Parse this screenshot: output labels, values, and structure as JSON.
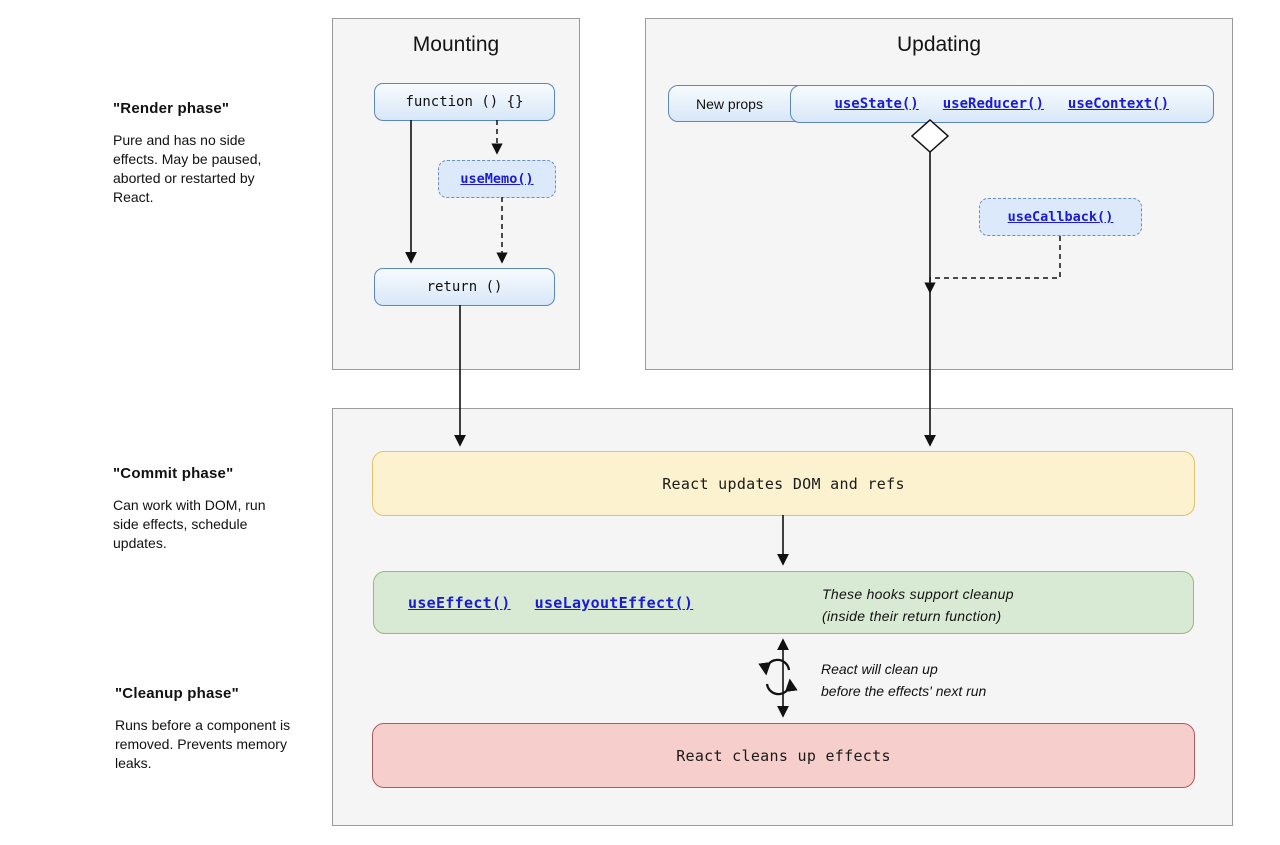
{
  "side_notes": {
    "render": {
      "title": "\"Render phase\"",
      "body": "Pure and has no side effects. May be paused, aborted or restarted by React."
    },
    "commit": {
      "title": "\"Commit phase\"",
      "body": "Can work with DOM, run side effects, schedule updates."
    },
    "cleanup": {
      "title": "\"Cleanup phase\"",
      "body": "Runs before a component is removed. Prevents memory leaks."
    }
  },
  "mounting": {
    "title": "Mounting",
    "function_label": "function () {}",
    "use_memo_label": "useMemo()",
    "return_label": "return ()"
  },
  "updating": {
    "title": "Updating",
    "new_props_label": "New props",
    "hooks": [
      "useState()",
      "useReducer()",
      "useContext()"
    ],
    "use_callback_label": "useCallback()"
  },
  "lifecycle": {
    "updates_dom_label": "React updates DOM and refs",
    "effect_hooks": [
      "useEffect()",
      "useLayoutEffect()"
    ],
    "effects_note": [
      "These hooks support cleanup",
      "(inside their return function)"
    ],
    "cleanup_note": [
      "React will clean up",
      "before the effects' next run"
    ],
    "cleans_up_label": "React cleans up effects"
  },
  "colors": {
    "link_blue": "#1b1bd6",
    "box_blue_border": "#5b87c0",
    "box_blue_fill": "#dce9fb",
    "commit_yellow": "#fcf2cf",
    "commit_yellow_border": "#ddc36e",
    "effects_green": "#d9ead4",
    "effects_green_border": "#94bd77",
    "cleanup_red": "#f6cecb",
    "cleanup_red_border": "#aa5e5c",
    "panel_bg": "#f5f5f5",
    "panel_border": "#9b9b9b"
  }
}
